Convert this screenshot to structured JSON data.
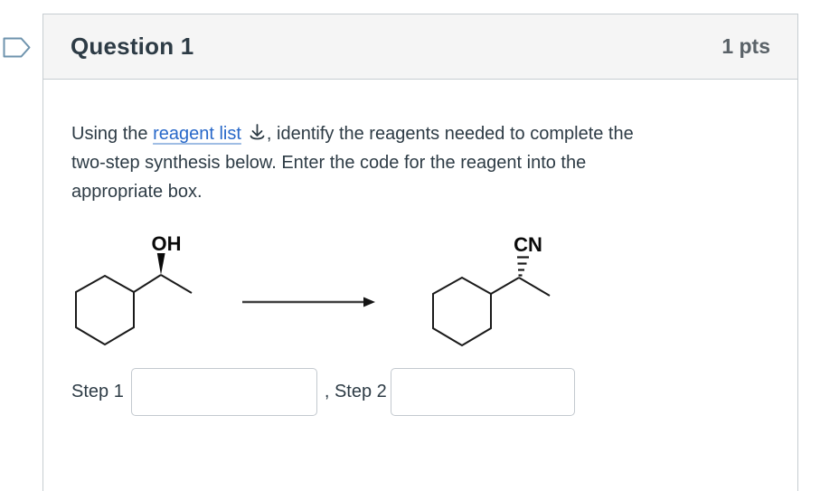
{
  "header": {
    "title": "Question 1",
    "points": "1 pts"
  },
  "icons": {
    "flag": "flag-icon",
    "download": "download-icon"
  },
  "colors": {
    "header_bg": "#f5f5f5",
    "card_border": "#c7cdd1",
    "text_dark": "#2d3b45",
    "link_blue": "#2868c9",
    "flag_outline": "#6e93ad",
    "points_gray": "#5a6268"
  },
  "question": {
    "prefix": "Using the ",
    "link_text": "reagent list",
    "line1_rest": ", identify the reagents needed to complete the",
    "line2": "two-step synthesis below. Enter the code for the reagent into the",
    "line3": "appropriate box."
  },
  "reaction": {
    "reactant_substituent_label": "OH",
    "product_substituent_label": "CN"
  },
  "answers": {
    "step1_label": "Step 1",
    "step2_label": ", Step 2",
    "step1_value": "",
    "step2_value": ""
  }
}
